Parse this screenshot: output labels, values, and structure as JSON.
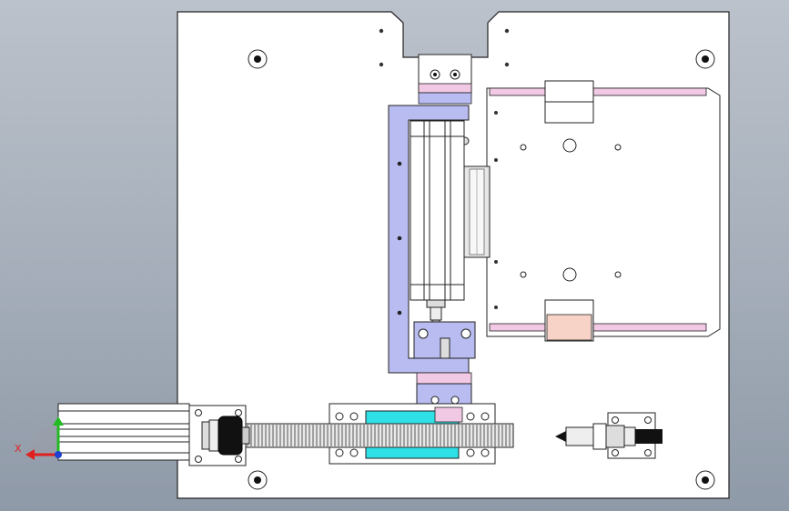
{
  "viewport": {
    "name": "cad-3d-viewport",
    "view": "front"
  },
  "triad": {
    "x_label": "X",
    "x_color": "#e02020",
    "y_color": "#22bb22",
    "z_color": "#2040d0"
  },
  "colors": {
    "background_top": "#bcc2cb",
    "background_bottom": "#8f9aa8",
    "plate": "#ffffff",
    "edge": "#222222",
    "bracket_blue": "#b8bcf0",
    "accent_pink": "#f1c9e4",
    "flesh": "#f7d2c6",
    "cyan": "#2fe0e6",
    "dark_part": "#111111"
  },
  "components": [
    "base-plate",
    "lift-cylinder",
    "c-bracket",
    "rotary-table",
    "gripper-block-top",
    "gripper-block-bottom",
    "push-cylinder",
    "gear-rack",
    "shock-absorber",
    "mounting-hole"
  ]
}
